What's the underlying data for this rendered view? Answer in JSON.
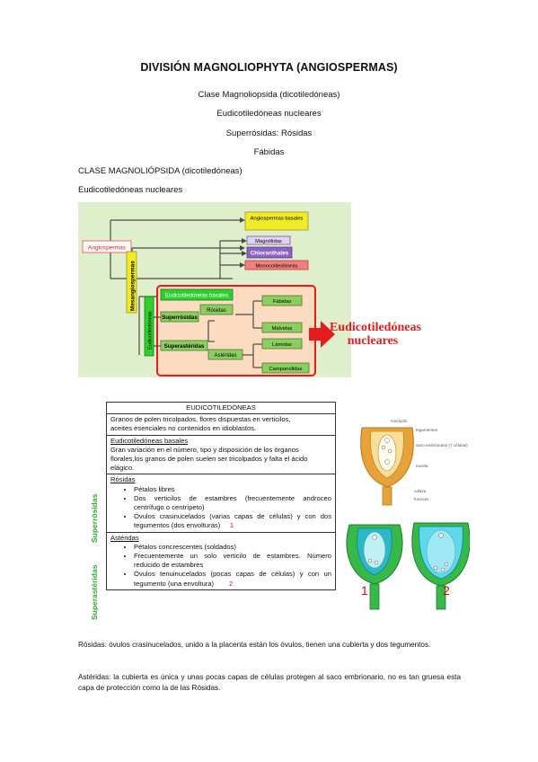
{
  "header": {
    "title": "DIVISIÓN MAGNOLIOPHYTA (ANGIOSPERMAS)",
    "subtitles": [
      "Clase Magnoliopsida (dicotiledóneas)",
      "Eudicotiledóneas nucleares",
      "Superrósidas: Rósidas",
      "Fábidas"
    ]
  },
  "labels": {
    "clase": "CLASE MAGNOLIÓPSIDA (dicotiledóneas)",
    "eudicot": "Eudicotiledóneas nucleares"
  },
  "diagram": {
    "nodes": {
      "angiospermas": "Angiospermas",
      "basales": "Angiospermas basales",
      "magnolidas": "Magnólidas",
      "chloranthales": "Chloranthales",
      "mono": "Monocotiledóneas",
      "meso": "Mesangiospermas",
      "eudicot_basales": "Eudicotiledóneas basales",
      "eudicot": "Eudicotiledóneas",
      "superrosidas": "Superrósidas",
      "rosidas": "Rósidas",
      "fabidas": "Fábidas",
      "malvidas": "Málvidas",
      "superasteridas": "Superastéridas",
      "asteridas": "Astéridas",
      "lamidas": "Lámidas",
      "campanulidas": "Campanúlidas",
      "big_label_1": "Eudicotiledóneas",
      "big_label_2": "nucleares"
    },
    "colors": {
      "bg": "#dfeecb",
      "yellow": "#f0ea28",
      "green": "#2ecf2e",
      "red_arrow": "#e51c1c",
      "orange_box": "#fbdcc0"
    }
  },
  "table": {
    "header": "EUDICOTILEDÓNEAS",
    "intro_1": "Granos de polen tricolpados, flores dispuestas en verticilos,",
    "intro_2": "aceites esenciales no contenidos en idioblastos.",
    "basales_title": "Eudicotiledóneas basales",
    "basales_text": "Gran variación en el número, tipo y disposición de los órganos florales,los granos de polen suelen ser tricolpados y falta el ácido elágico.",
    "rosidas_title": "Rósidas",
    "rosidas_items": [
      "Pétalos libres",
      "Dos verticilos de estambres (frecuentemente androceo centrífugo o centrípeto)",
      "Óvulos crasinucelados (varias capas de células) y con dos tegumentos (dos envolturas)"
    ],
    "rosidas_marker": "1",
    "asteridas_title": "Astéridas",
    "asteridas_items": [
      "Pétalos concrescentes (soldados)",
      "Frecuentemente un solo verticilo de estambres. Número reducido de estambres",
      "Óvulos tenuinucelados (pocas capas de células) y con un tegumento (una envoltura)"
    ],
    "asteridas_marker": "2",
    "side_superrosidas": "Superrósidas",
    "side_superasteridas": "Superastéridas"
  },
  "ovule_figure": {
    "labels": [
      "micrópilo",
      "tegumentos",
      "saco embrionario (7 células)",
      "nucela",
      "calaza",
      "funículo"
    ],
    "marker_1": "1",
    "marker_2": "2"
  },
  "paragraphs": {
    "p1": "Rósidas: óvulos crasinucelados, unido a la placenta están los óvulos, tienen una cubierta y dos tegumentos.",
    "p2": "Astéridas: la cubierta es única y unas pocas capas de células protegen al saco embrionario, no es tan gruesa esta capa de protección como la de las Rósidas."
  }
}
